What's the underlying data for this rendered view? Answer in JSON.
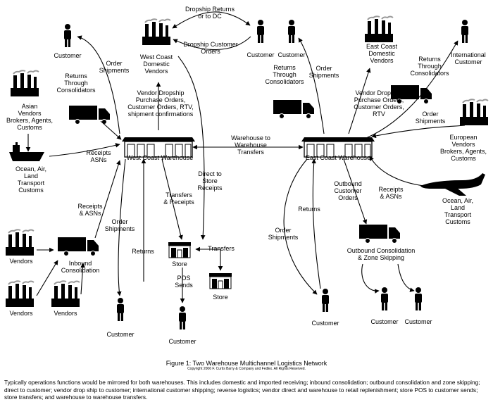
{
  "labels": {
    "dropship_returns": "Dropship Returns\nor to DC",
    "dropship_customer_orders": "Dropship Customer\nOrders",
    "customer_top_left": "Customer",
    "order_shipments_nw": "Order\nShipments",
    "west_coast_domestic_vendors": "West Coast\nDomestic\nVendors",
    "customer_top_mid": "Customer",
    "customer_top_mid2": "Customer",
    "returns_through_consolidators_east": "Returns\nThrough\nConsolidators",
    "order_shipments_ne": "Order\nShipments",
    "east_coast_domestic_vendors": "East Coast\nDomestic\nVendors",
    "returns_through_consolidators_intl": "Returns\nThrough\nConsolidators",
    "international_customer": "International\nCustomer",
    "asian_vendors": "Asian\nVendors\nBrokers, Agents,\nCustoms",
    "returns_through_consolidators_west": "Returns\nThrough\nConsolidators",
    "vendor_dropship_west": "Vendor Dropship\nPurchase Orders,\nCustomer Orders, RTV,\nshipment confirmations",
    "vendor_dropship_east": "Vendor Dropship\nPurchase Orders,\nCustomer Orders,\nRTV",
    "order_shipments_intl": "Order\nShipments",
    "european_vendors": "European\nVendors\nBrokers, Agents,\nCustoms",
    "warehouse_to_warehouse": "Warehouse to\nWarehouse\nTransfers",
    "ocean_air_land_west": "Ocean, Air,\nLand\nTransport\nCustoms",
    "receipts_asns_west": "Receipts\nASNs",
    "west_coast_warehouse": "West Coast Warehouse",
    "direct_to_store": "Direct to\nStore\nReceipts",
    "east_coast_warehouse": "East Coast Warehouse",
    "receipts_asns_east": "Receipts\n& ASNs",
    "ocean_air_land_east": "Ocean, Air,\nLand\nTransport\nCustoms",
    "outbound_customer_orders": "Outbound\nCustomer\nOrders",
    "returns_east": "Returns",
    "order_shipments_east": "Order\nShipments",
    "receipts_asns_inbound": "Receipts\n& ASNs",
    "order_shipments_west": "Order\nShipments",
    "transfers_receipts": "Transfers\n& Receipts",
    "returns_west": "Returns",
    "vendors_1": "Vendors",
    "inbound_consolidation": "Inbound\nConsolidation",
    "transfers": "Transfers",
    "store_1": "Store",
    "store_2": "Store",
    "pos_sends": "POS\nSends",
    "outbound_consolidation": "Outbound Consolidation\n& Zone Skipping",
    "vendors_2": "Vendors",
    "vendors_3": "Vendors",
    "customer_west_bottom": "Customer",
    "customer_store_bottom": "Customer",
    "customer_east_bottom": "Customer",
    "customer_ob_1": "Customer",
    "customer_ob_2": "Customer"
  },
  "caption": "Figure 1: Two Warehouse Multichannel Logistics Network",
  "copyright": "Copyright 2006  F. Curtis Barry & Company and FedEx. All Rights Reserved.",
  "description": "Typically operations functions would be mirrored for both warehouses. This includes domestic and imported receiving; inbound consolidation; outbound consolidation and zone skipping; direct to customer; vendor drop ship to customer; international customer shipping; reverse logistics; vendor direct and warehouse to retail replenishment; store POS to customer sends; store transfers; and warehouse to warehouse transfers."
}
